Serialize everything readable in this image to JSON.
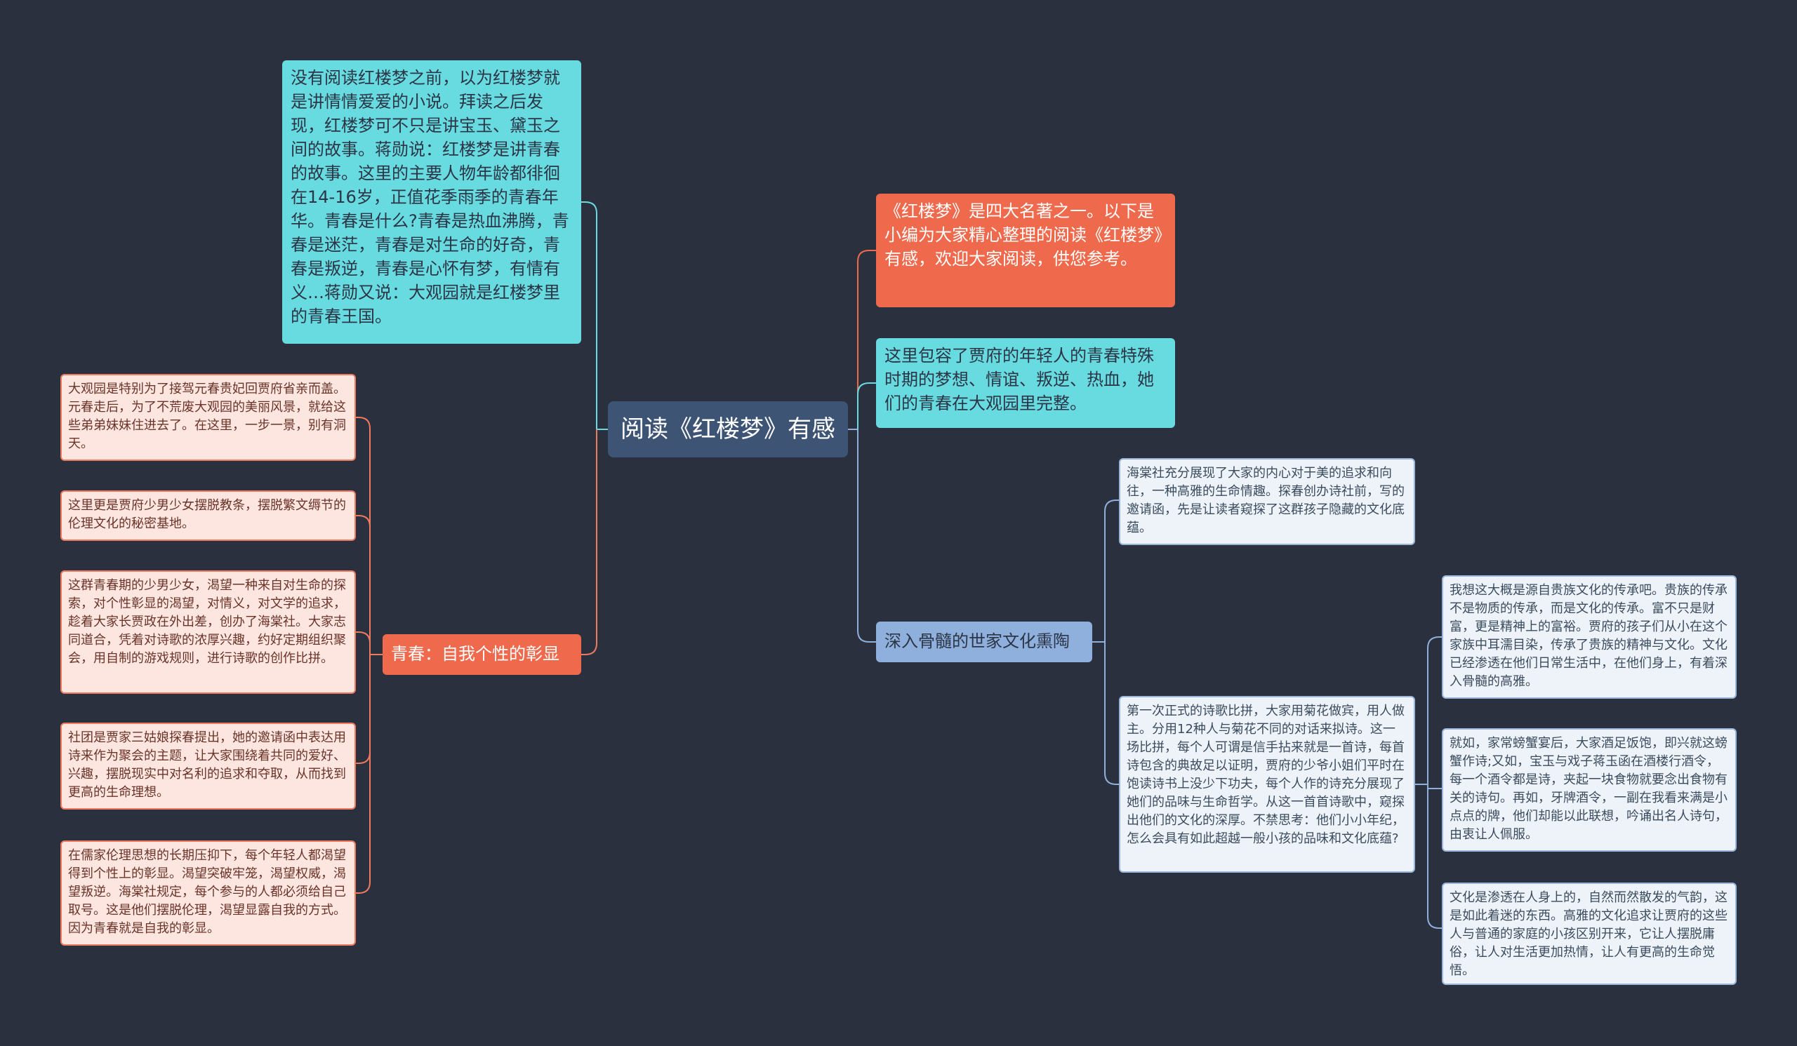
{
  "root": {
    "label": "阅读《红楼梦》有感"
  },
  "left": {
    "intro": "没有阅读红楼梦之前，以为红楼梦就是讲情情爱爱的小说。拜读之后发现，红楼梦可不只是讲宝玉、黛玉之间的故事。蒋勋说：红楼梦是讲青春的故事。这里的主要人物年龄都徘徊在14-16岁，正值花季雨季的青春年华。青春是什么?青春是热血沸腾，青春是迷茫，青春是对生命的好奇，青春是叛逆，青春是心怀有梦，有情有义…蒋勋又说：大观园就是红楼梦里的青春王国。",
    "youth": {
      "label": "青春：自我个性的彰显",
      "items": [
        "大观园是特别为了接驾元春贵妃回贾府省亲而盖。元春走后，为了不荒废大观园的美丽风景，就给这些弟弟妹妹住进去了。在这里，一步一景，别有洞天。",
        "这里更是贾府少男少女摆脱教条，摆脱繁文缛节的伦理文化的秘密基地。",
        "这群青春期的少男少女，渴望一种来自对生命的探索，对个性彰显的渴望，对情义，对文学的追求，趁着大家长贾政在外出差，创办了海棠社。大家志同道合，凭着对诗歌的浓厚兴趣，约好定期组织聚会，用自制的游戏规则，进行诗歌的创作比拼。",
        "社团是贾家三姑娘探春提出，她的邀请函中表达用诗来作为聚会的主题，让大家围绕着共同的爱好、兴趣，摆脱现实中对名利的追求和夺取，从而找到更高的生命理想。",
        "在儒家伦理思想的长期压抑下，每个年轻人都渴望得到个性上的彰显。渴望突破牢笼，渴望权威，渴望叛逆。海棠社规定，每个参与的人都必须给自己取号。这是他们摆脱伦理，渴望显露自我的方式。因为青春就是自我的彰显。"
      ]
    }
  },
  "right": {
    "intro": "《红楼梦》是四大名著之一。以下是小编为大家精心整理的阅读《红楼梦》有感，欢迎大家阅读，供您参考。",
    "youth_summary": "这里包容了贾府的年轻人的青春特殊时期的梦想、情谊、叛逆、热血，她们的青春在大观园里完整。",
    "culture": {
      "label": "深入骨髓的世家文化熏陶",
      "item1": "海棠社充分展现了大家的内心对于美的追求和向往，一种高雅的生命情趣。探春创办诗社前，写的邀请函，先是让读者窥探了这群孩子隐藏的文化底蕴。",
      "item2": {
        "text": "第一次正式的诗歌比拼，大家用菊花做宾，用人做主。分用12种人与菊花不同的对话来拟诗。这一场比拼，每个人可谓是信手拈来就是一首诗，每首诗包含的典故足以证明，贾府的少爷小姐们平时在饱读诗书上没少下功夫，每个人作的诗充分展现了她们的品味与生命哲学。从这一首首诗歌中，窥探出他们的文化的深厚。不禁思考：他们小小年纪，怎么会具有如此超越一般小孩的品味和文化底蕴?",
        "subs": [
          "我想这大概是源自贵族文化的传承吧。贵族的传承不是物质的传承，而是文化的传承。富不只是财富，更是精神上的富裕。贾府的孩子们从小在这个家族中耳濡目染，传承了贵族的精神与文化。文化已经渗透在他们日常生活中，在他们身上，有着深入骨髓的高雅。",
          "就如，家常螃蟹宴后，大家酒足饭饱，即兴就这螃蟹作诗;又如，宝玉与戏子蒋玉函在酒楼行酒令，每一个酒令都是诗，夹起一块食物就要念出食物有关的诗句。再如，牙牌酒令，一副在我看来满是小点点的牌，他们却能以此联想，吟诵出名人诗句，由衷让人佩服。",
          "文化是渗透在人身上的，自然而然散发的气韵，这是如此着迷的东西。高雅的文化追求让贾府的这些人与普通的家庭的小孩区别开来，它让人摆脱庸俗，让人对生活更加热情，让人有更高的生命觉悟。"
        ]
      }
    }
  },
  "colors": {
    "background": "#2a303e",
    "root": "#3d5475",
    "cyan": "#68dbe1",
    "orange": "#ef6a4c",
    "blue_sub": "#8fb0dc",
    "pink_fill": "#fde6e0",
    "pink_border": "#f07a5e",
    "light_fill": "#eef3f9",
    "light_border": "#9ab7da",
    "line_cyan": "#68dbe1",
    "line_orange": "#f07a5e",
    "line_blue": "#8fb0dc"
  }
}
